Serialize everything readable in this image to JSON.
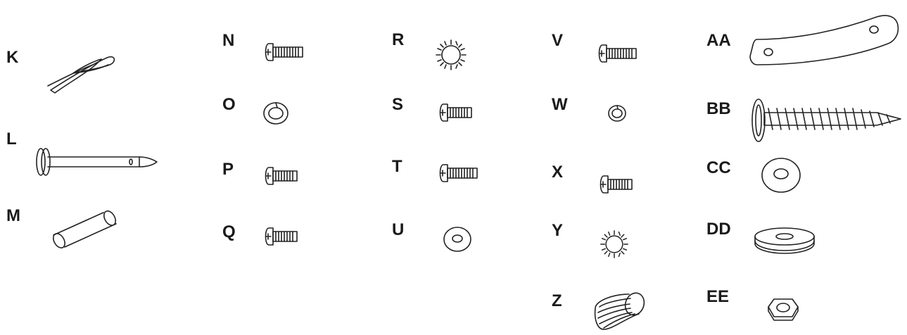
{
  "parts": [
    {
      "id": "K",
      "label": "K",
      "icon": "hairpin-cotter-pin-icon"
    },
    {
      "id": "L",
      "label": "L",
      "icon": "clevis-pin-icon"
    },
    {
      "id": "M",
      "label": "M",
      "icon": "spacer-tube-icon"
    },
    {
      "id": "N",
      "label": "N",
      "icon": "machine-screw-icon"
    },
    {
      "id": "O",
      "label": "O",
      "icon": "lock-washer-icon"
    },
    {
      "id": "P",
      "label": "P",
      "icon": "machine-screw-icon"
    },
    {
      "id": "Q",
      "label": "Q",
      "icon": "machine-screw-icon"
    },
    {
      "id": "R",
      "label": "R",
      "icon": "star-lock-washer-icon"
    },
    {
      "id": "S",
      "label": "S",
      "icon": "machine-screw-icon"
    },
    {
      "id": "T",
      "label": "T",
      "icon": "machine-screw-icon"
    },
    {
      "id": "U",
      "label": "U",
      "icon": "flat-washer-icon"
    },
    {
      "id": "V",
      "label": "V",
      "icon": "machine-screw-icon"
    },
    {
      "id": "W",
      "label": "W",
      "icon": "lock-washer-icon"
    },
    {
      "id": "X",
      "label": "X",
      "icon": "machine-screw-icon"
    },
    {
      "id": "Y",
      "label": "Y",
      "icon": "star-lock-washer-icon"
    },
    {
      "id": "Z",
      "label": "Z",
      "icon": "wire-nut-icon"
    },
    {
      "id": "AA",
      "label": "AA",
      "icon": "curved-bracket-icon"
    },
    {
      "id": "BB",
      "label": "BB",
      "icon": "wood-screw-icon"
    },
    {
      "id": "CC",
      "label": "CC",
      "icon": "flat-washer-icon"
    },
    {
      "id": "DD",
      "label": "DD",
      "icon": "rubber-washer-icon"
    },
    {
      "id": "EE",
      "label": "EE",
      "icon": "hex-nut-icon"
    }
  ]
}
